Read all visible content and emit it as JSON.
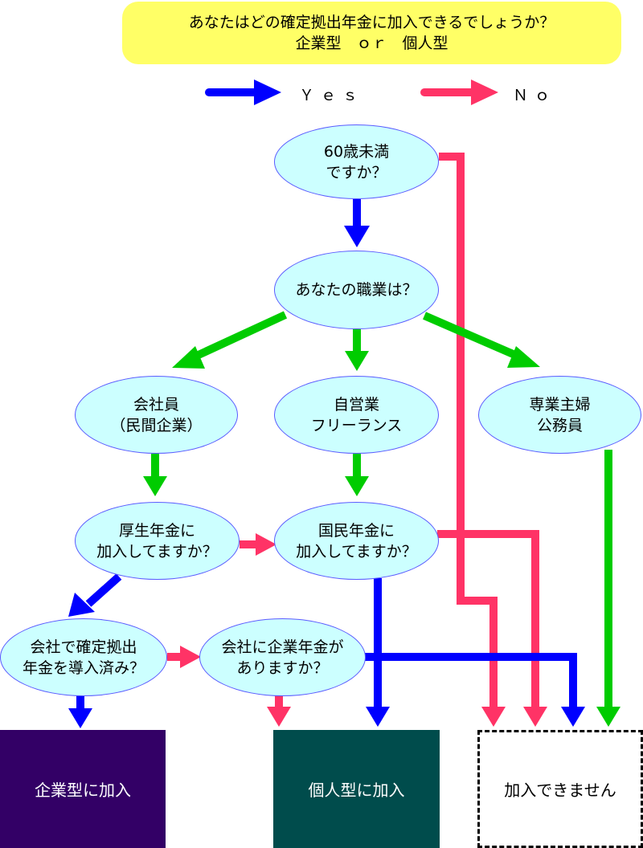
{
  "header": {
    "line1": "あなたはどの確定拠出年金に加入できるでしょうか？",
    "line2": "企業型　ｏｒ　個人型"
  },
  "legend": {
    "yes_label": "Ｙｅｓ",
    "no_label": "Ｎｏ",
    "yes_color": "#0000ff",
    "no_color": "#ff3366",
    "branch_color": "#00cc00"
  },
  "nodes": {
    "age": {
      "line1": "60歳未満",
      "line2": "ですか？"
    },
    "occupation": {
      "line1": "あなたの職業は？"
    },
    "employee": {
      "line1": "会社員",
      "line2": "（民間企業）"
    },
    "selfemployed": {
      "line1": "自営業",
      "line2": "フリーランス"
    },
    "homemaker": {
      "line1": "専業主婦",
      "line2": "公務員"
    },
    "kosei": {
      "line1": "厚生年金に",
      "line2": "加入してますか？"
    },
    "kokumin": {
      "line1": "国民年金に",
      "line2": "加入してますか？"
    },
    "company_dc": {
      "line1": "会社で確定拠出",
      "line2": "年金を導入済み？"
    },
    "company_pension": {
      "line1": "会社に企業年金が",
      "line2": "ありますか？"
    }
  },
  "results": {
    "company": "企業型に加入",
    "individual": "個人型に加入",
    "none": "加入できません"
  }
}
